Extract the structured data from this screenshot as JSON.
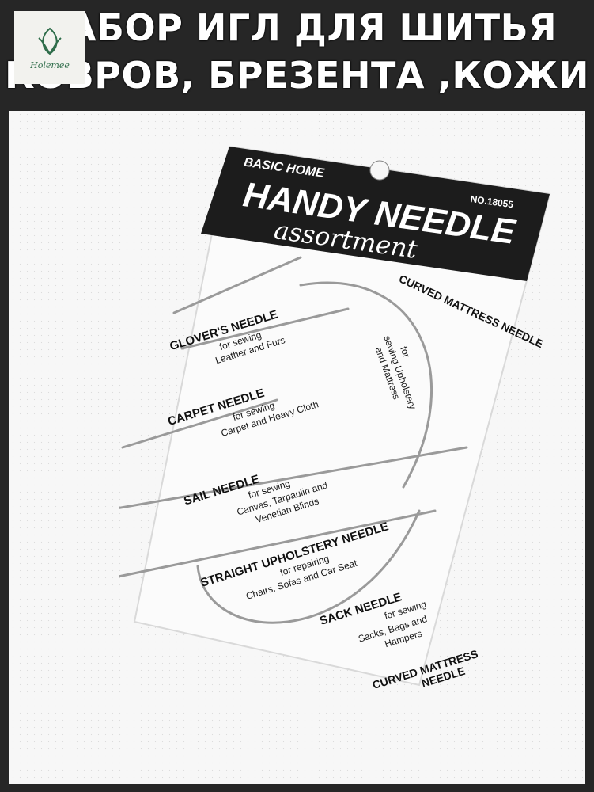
{
  "banner": {
    "line1": "НАБОР ИГЛ ДЛЯ ШИТЬЯ",
    "line2": "КОВРОВ, БРЕЗЕНТА ,КОЖИ"
  },
  "logo": {
    "brand": "Holemee",
    "icon": "leaf-logo-icon",
    "color": "#2f6d4a"
  },
  "package": {
    "brand": "BASIC HOME",
    "title": "HANDY NEEDLE",
    "subtitle": "assortment",
    "model": "NO.18055",
    "needles": [
      {
        "name": "GLOVER'S NEEDLE",
        "use": "for sewing",
        "detail": "Leather and Furs"
      },
      {
        "name": "CARPET NEEDLE",
        "use": "for sewing",
        "detail": "Carpet and Heavy Cloth"
      },
      {
        "name": "SAIL NEEDLE",
        "use": "for sewing",
        "detail1": "Canvas, Tarpaulin and",
        "detail2": "Venetian Blinds"
      },
      {
        "name": "STRAIGHT UPHOLSTERY NEEDLE",
        "use": "for repairing",
        "detail": "Chairs, Sofas and Car Seat"
      },
      {
        "name": "SACK NEEDLE",
        "use": "for sewing",
        "detail1": "Sacks, Bags and",
        "detail2": "Hampers"
      },
      {
        "name": "CURVED MATTRESS NEEDLE",
        "use": "for",
        "detail1": "sewing Upholstery",
        "detail2": "and Mattress"
      },
      {
        "name": "CURVED MATTRESS",
        "name2": "NEEDLE"
      }
    ]
  }
}
